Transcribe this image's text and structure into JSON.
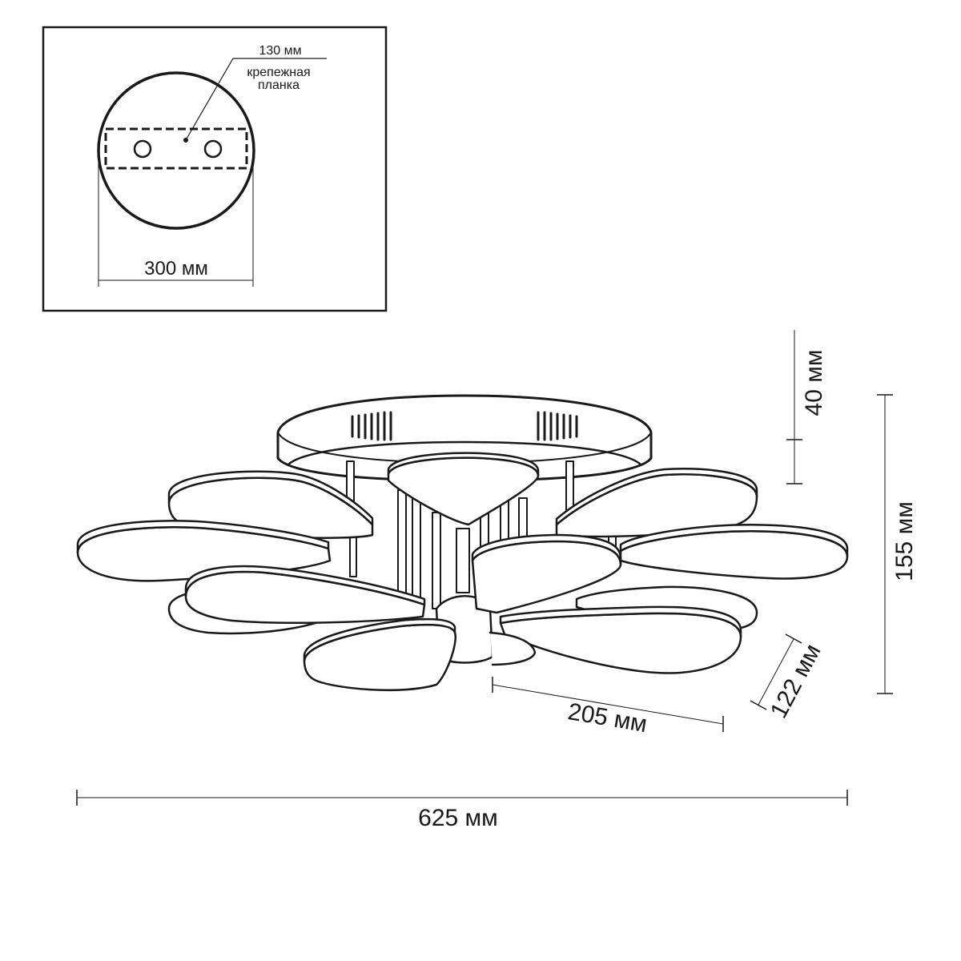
{
  "inset": {
    "plate_size_label": "130 мм",
    "plate_name_line1": "крепежная",
    "plate_name_line2": "планка",
    "base_diameter_label": "300 мм"
  },
  "dimensions": {
    "base_height_label": "40 мм",
    "total_height_label": "155 мм",
    "arm_length_label": "205 мм",
    "arm_width_label": "122 мм",
    "total_width_label": "625 мм"
  },
  "colors": {
    "line": "#1a1a1a",
    "background": "#ffffff"
  }
}
